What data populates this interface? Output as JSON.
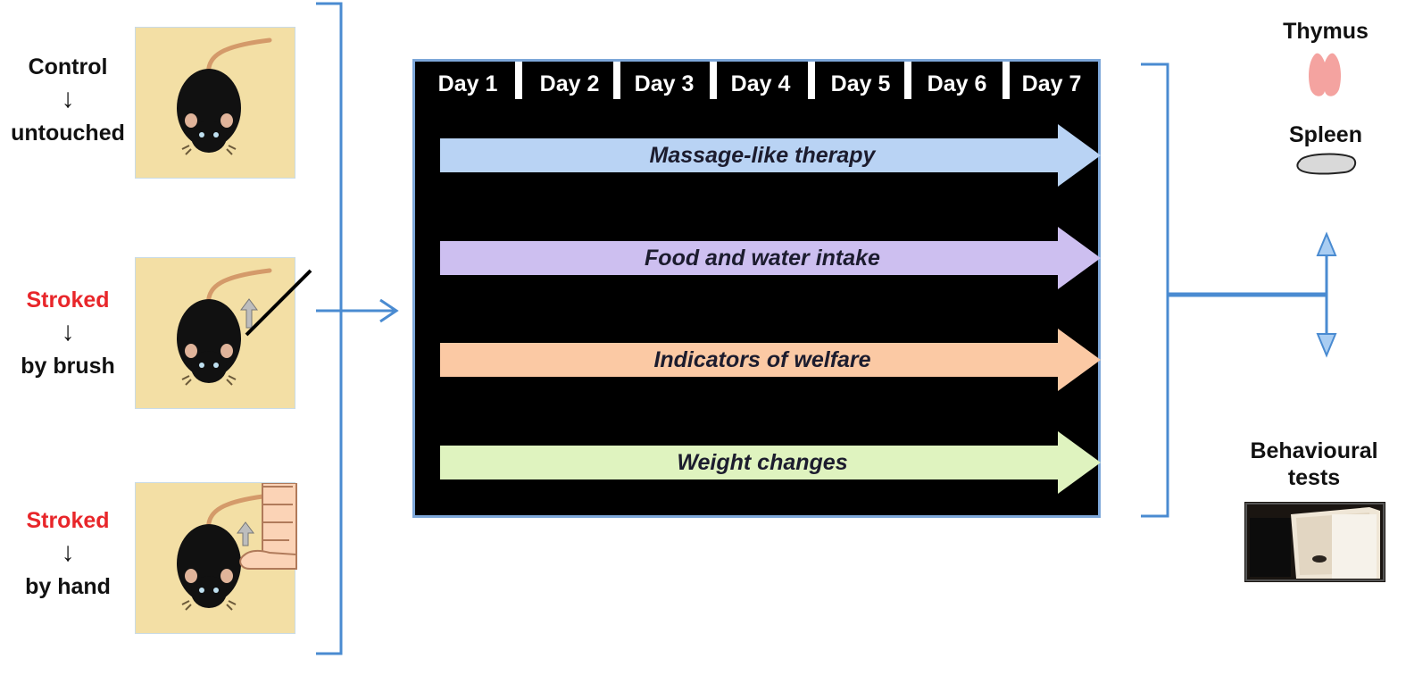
{
  "groups": [
    {
      "condition": "Control",
      "arrow": "↓",
      "detail": "untouched",
      "highlight": false
    },
    {
      "condition": "Stroked",
      "arrow": "↓",
      "detail": "by brush",
      "highlight": true
    },
    {
      "condition": "Stroked",
      "arrow": "↓",
      "detail": "by hand",
      "highlight": true
    }
  ],
  "timeline": {
    "days": [
      "Day 1",
      "Day 2",
      "Day 3",
      "Day 4",
      "Day 5",
      "Day 6",
      "Day 7"
    ],
    "bars": [
      {
        "label": "Massage-like therapy",
        "color": "#b9d3f4"
      },
      {
        "label": "Food and water intake",
        "color": "#cdbff0"
      },
      {
        "label": "Indicators of welfare",
        "color": "#fbc9a4"
      },
      {
        "label": "Weight changes",
        "color": "#dff3bf"
      }
    ]
  },
  "outcomes": {
    "organs": [
      {
        "label": "Thymus",
        "icon": "thymus-icon",
        "color": "#f4a3a0"
      },
      {
        "label": "Spleen",
        "icon": "spleen-icon",
        "color": "#d9d9d9"
      }
    ],
    "behaviour_label_line1": "Behavioural",
    "behaviour_label_line2": "tests"
  },
  "colors": {
    "connector_blue": "#4a8bd1",
    "frame_blue": "#7da7d9",
    "panel_bg": "#f3dfa5",
    "highlight_red": "#e8262a"
  }
}
